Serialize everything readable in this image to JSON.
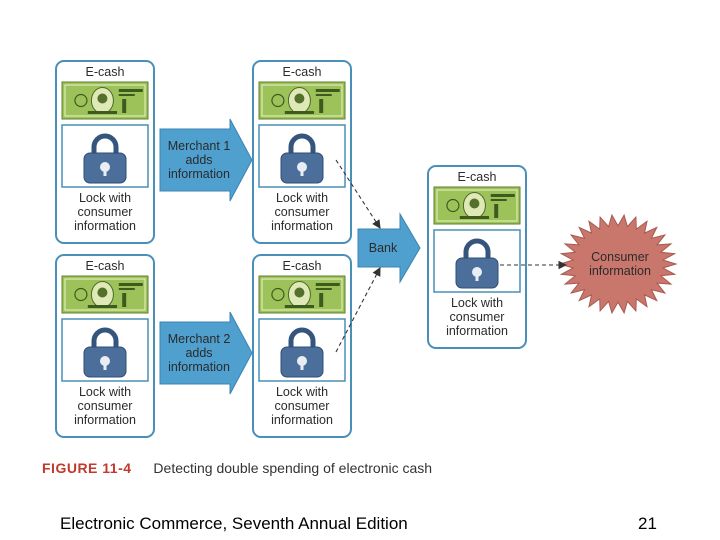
{
  "diagram": {
    "ecash_label": "E-cash",
    "lock_label": [
      "Lock with",
      "consumer",
      "information"
    ],
    "merchant1": [
      "Merchant 1",
      "adds",
      "information"
    ],
    "merchant2": [
      "Merchant 2",
      "adds",
      "information"
    ],
    "bank": "Bank",
    "consumer_info": [
      "Consumer",
      "information"
    ]
  },
  "caption": {
    "figure": "FIGURE 11-4",
    "text": "Detecting double spending of electronic cash"
  },
  "footer": {
    "title": "Electronic Commerce, Seventh Annual Edition",
    "page": "21"
  },
  "colors": {
    "card_border": "#4a8fb8",
    "arrow_fill": "#4fa0cf",
    "bill_green": "#9ec25a",
    "lock_blue": "#4b6f9a",
    "burst": "#c9776d",
    "caption_red": "#c0392b"
  }
}
